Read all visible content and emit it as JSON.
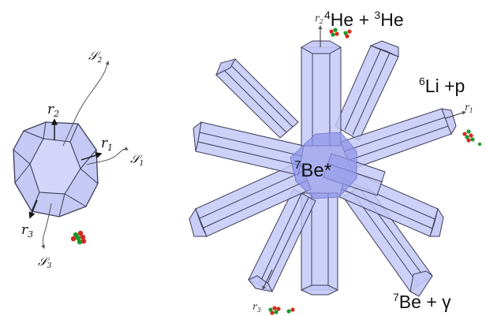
{
  "left_figure": {
    "labels": {
      "r1": "r",
      "r1_sub": "1",
      "r2": "r",
      "r2_sub": "2",
      "r3": "r",
      "r3_sub": "3",
      "s1": "𝒮",
      "s1_sub": "1",
      "s2": "𝒮",
      "s2_sub": "2",
      "s3": "𝒮",
      "s3_sub": "3"
    }
  },
  "right_figure": {
    "center": {
      "sup": "7",
      "name": "Be*"
    },
    "channels": {
      "he": {
        "sup1": "4",
        "name1": "He + ",
        "sup2": "3",
        "name2": "He"
      },
      "li": {
        "sup1": "6",
        "name1": "Li +p"
      },
      "be": {
        "sup1": "7",
        "name1": "Be + γ"
      }
    },
    "axis_labels": {
      "r1": "r",
      "r1_sub": "1",
      "r2": "r",
      "r2_sub": "2",
      "r3": "r",
      "r3_sub": "3"
    }
  },
  "colors": {
    "polyhedron_fill": "#c5c9f3",
    "tube_fill": "#c3c7f5",
    "core_fill": "#8e94e8",
    "edge": "#3c3c58",
    "nucleon_red": "#d52a1e",
    "nucleon_green": "#1a9a2b"
  }
}
